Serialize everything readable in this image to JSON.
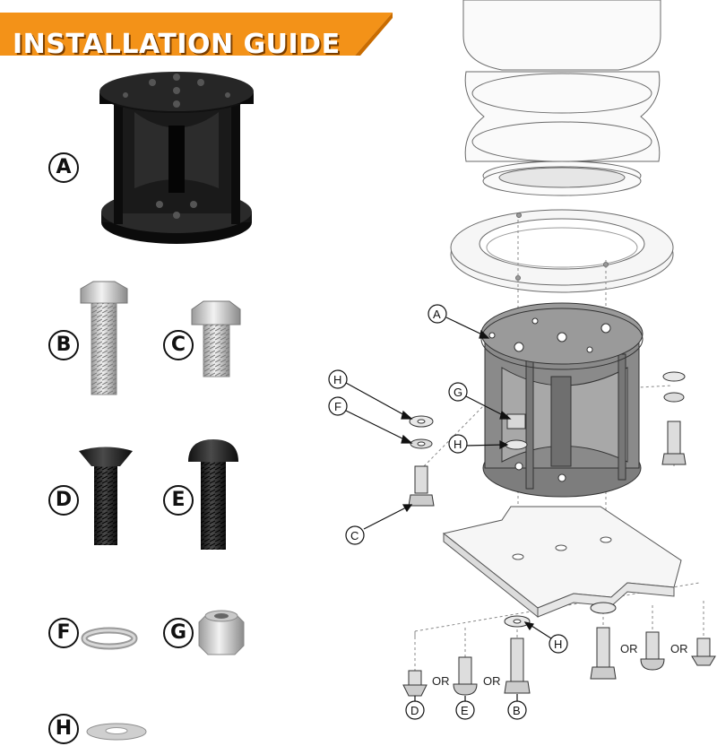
{
  "title": "INSTALLATION GUIDE",
  "colors": {
    "banner": "#f39218",
    "banner_dark": "#c96c00",
    "bracket": "#8a8a8a"
  },
  "parts": [
    {
      "letter": "A",
      "icon": "spacer-bracket-icon"
    },
    {
      "letter": "B",
      "icon": "long-hex-bolt-icon"
    },
    {
      "letter": "C",
      "icon": "short-hex-bolt-icon"
    },
    {
      "letter": "D",
      "icon": "countersunk-screw-icon"
    },
    {
      "letter": "E",
      "icon": "button-head-screw-icon"
    },
    {
      "letter": "F",
      "icon": "lock-washer-icon"
    },
    {
      "letter": "G",
      "icon": "lock-nut-icon"
    },
    {
      "letter": "H",
      "icon": "flat-washer-icon"
    }
  ],
  "diagram": {
    "callouts": {
      "a": "A",
      "h1": "H",
      "f": "F",
      "g": "G",
      "h2": "H",
      "c": "C",
      "h3": "H",
      "d": "D",
      "e": "E",
      "b": "B"
    },
    "or_labels": [
      "OR",
      "OR",
      "OR",
      "OR"
    ]
  }
}
